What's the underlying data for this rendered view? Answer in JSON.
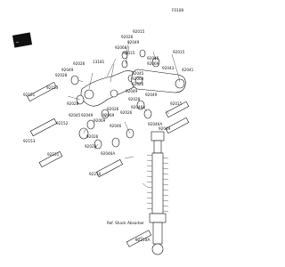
{
  "diagram_code": "F0108",
  "reference_note": "Ref. Shock Absorber",
  "part_numbers": [
    "92015",
    "92026",
    "92049",
    "92068",
    "92015",
    "13181",
    "92045",
    "92069",
    "92026",
    "92049",
    "92028",
    "92043",
    "42041",
    "92045",
    "92069",
    "92026",
    "92015",
    "92049",
    "92153",
    "92049",
    "92028",
    "92026",
    "92028",
    "92046A",
    "92026",
    "92045",
    "92069",
    "92069",
    "92049",
    "92046",
    "92026",
    "92015",
    "92049",
    "92046A",
    "92028",
    "92046A",
    "92151",
    "92152",
    "92153",
    "92151",
    "92210",
    "92210A"
  ]
}
